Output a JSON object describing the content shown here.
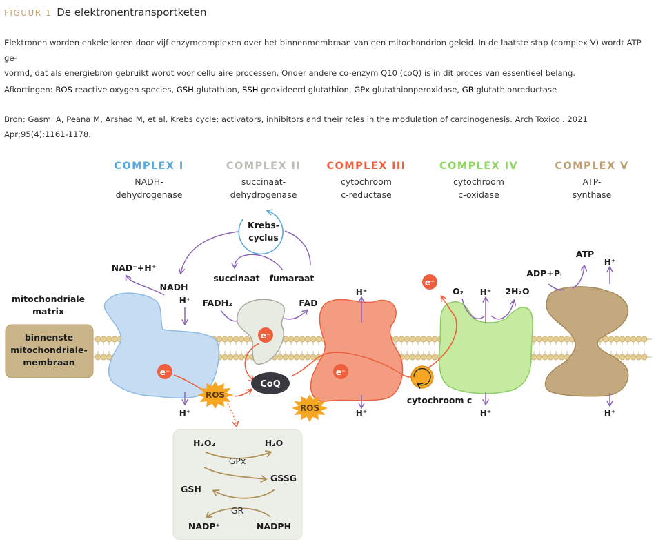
{
  "header": {
    "figure_label": "FIGUUR 1",
    "title": "De elektronentransportketen"
  },
  "description": {
    "line1": "Elektronen worden enkele keren door vijf enzymcomplexen over het binnenmembraan van een mitochondrion geleid. In de laatste stap (complex V) wordt ATP ge-",
    "line2": "vormd, dat als energiebron gebruikt wordt voor cellulaire processen. Onder andere co-enzym Q10 (coQ) is in dit proces van essentieel belang."
  },
  "abbreviations": {
    "prefix": "Afkortingen: ",
    "items": [
      {
        "abbr": "ROS",
        "meaning": " reactive oxygen species, "
      },
      {
        "abbr": "GSH",
        "meaning": " glutathion, "
      },
      {
        "abbr": "SSH",
        "meaning": " geoxideerd glutathion, "
      },
      {
        "abbr": "GPx",
        "meaning": " glutathionperoxidase, "
      },
      {
        "abbr": "GR",
        "meaning": " glutathionreductase"
      }
    ]
  },
  "source": {
    "line1": "Bron: Gasmi A, Peana M, Arshad M, et al. Krebs cycle: activators, inhibitors and their roles in the modulation of carcinogenesis. Arch Toxicol. 2021",
    "line2": "Apr;95(4):1161-1178."
  },
  "complexes": [
    {
      "title": "COMPLEX I",
      "sub1": "NADH-",
      "sub2": "dehydrogenase",
      "color": "#5aa9dd"
    },
    {
      "title": "COMPLEX II",
      "sub1": "succinaat-",
      "sub2": "dehydrogenase",
      "color": "#b9bcb2"
    },
    {
      "title": "COMPLEX III",
      "sub1": "cytochroom",
      "sub2": "c-reductase",
      "color": "#ee5f3d"
    },
    {
      "title": "COMPLEX IV",
      "sub1": "cytochroom",
      "sub2": "c-oxidase",
      "color": "#8fd463"
    },
    {
      "title": "COMPLEX V",
      "sub1": "ATP-",
      "sub2": "synthase",
      "color": "#bf9f6f"
    }
  ],
  "regions": {
    "matrix_1": "mitochondriale",
    "matrix_2": "matrix",
    "membrane_1": "binnenste",
    "membrane_2": "mitochondriale-",
    "membrane_3": "membraan"
  },
  "krebs": {
    "line1": "Krebs-",
    "line2": "cyclus"
  },
  "molecules": {
    "nad": "NAD⁺+H⁺",
    "nadh": "NADH",
    "succinaat": "succinaat",
    "fumaraat": "fumaraat",
    "fadh2": "FADH₂",
    "fad": "FAD",
    "coq": "CoQ",
    "o2": "O₂",
    "h2o_out": "2H₂O",
    "adp": "ADP+Pᵢ",
    "atp": "ATP",
    "cytc": "cytochroom c",
    "electron": "e⁻",
    "ros": "ROS",
    "hplus": "H⁺"
  },
  "antioxidant": {
    "h2o2": "H₂O₂",
    "h2o": "H₂O",
    "gpx": "GPx",
    "gsh": "GSH",
    "gssg": "GSSG",
    "gr": "GR",
    "nadp": "NADP⁺",
    "nadph": "NADPH"
  },
  "colors": {
    "accent": "#c8a46a",
    "arrow": "#8a64b4",
    "electron": "#ee5f3d",
    "ros": "#f5a623",
    "membrane": "#e6cf96",
    "box": "#c9b589",
    "cycle_arrow": "#ae8e56"
  }
}
